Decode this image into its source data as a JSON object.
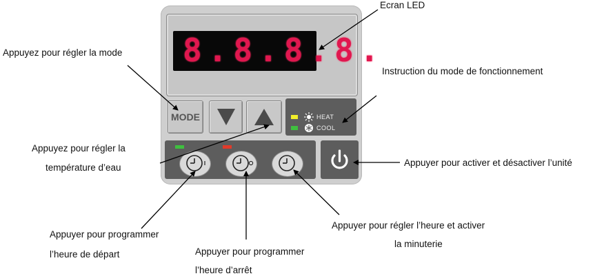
{
  "display": {
    "digits": "8.8.8.8."
  },
  "buttons": {
    "mode_label": "MODE"
  },
  "indicators": {
    "heat_label": "HEAT",
    "cool_label": "COOL",
    "heat_color": "#f2ee2a",
    "cool_color": "#3fbf3f"
  },
  "timer_leds": {
    "start_color": "#3fbf3f",
    "stop_color": "#e23a2a"
  },
  "annotations": {
    "led_screen": "Ecran LED",
    "mode": "Appuyez pour régler la mode",
    "operating_mode": "Instruction du mode de fonctionnement",
    "water_temp_line1": "Appuyez pour régler la",
    "water_temp_line2": "température d’eau",
    "power": "Appuyer pour activer et désactiver l’unité",
    "start_line1": "Appuyer    pour    programmer",
    "start_line2": "l’heure de départ",
    "stop_line1": "Appuyer  pour  programmer",
    "stop_line2": "l’heure   d’arrêt",
    "clock_line1": "Appuyer pour régler l’heure et activer",
    "clock_line2": "la minuterie"
  }
}
